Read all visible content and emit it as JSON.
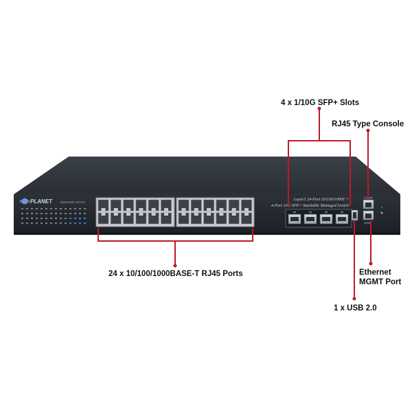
{
  "device": {
    "brand": "PLANET",
    "model": "SGS-6341-24T4X",
    "description_line1": "Layer3 24-Port 10/100/1000T +",
    "description_line2": "4-Port 10G SFP+ Stackable Managed Switch",
    "console_label": "Console",
    "mgmt_label": "MGMT",
    "port_count_rj45": 24,
    "port_count_sfp": 4,
    "colors": {
      "chassis": "#2b3036",
      "front_panel": "#23282e",
      "callout_line": "#c0182a",
      "port_metal": "#b9bec4"
    }
  },
  "callouts": {
    "sfp": "4 x 1/10G SFP+ Slots",
    "console": "RJ45 Type Console",
    "rj45": "24 x 10/100/1000BASE-T RJ45 Ports",
    "mgmt_line1": "Ethernet",
    "mgmt_line2": "MGMT Port",
    "usb": "1 x USB 2.0"
  }
}
